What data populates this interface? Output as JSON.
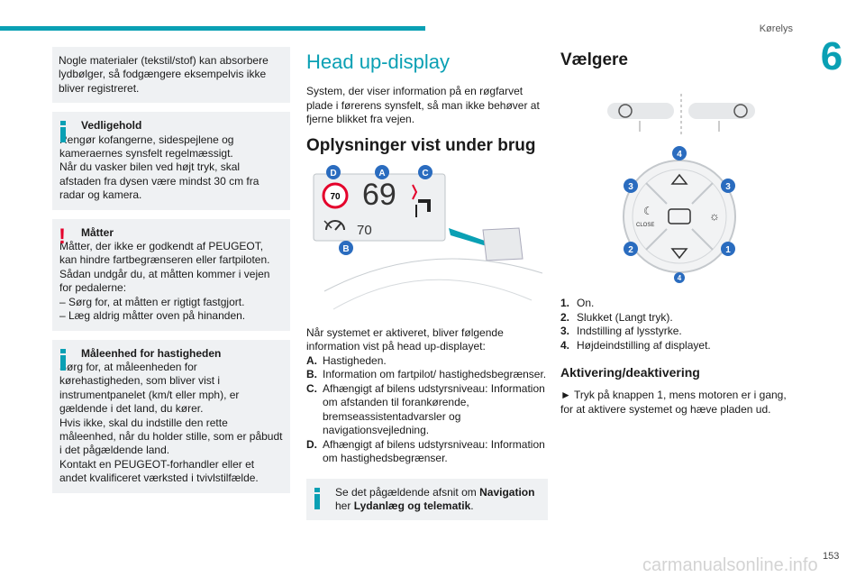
{
  "header": {
    "section_title": "Kørelys",
    "chapter_number": "6"
  },
  "col1": {
    "intro": "Nogle materialer (tekstil/stof) kan absorbere lydbølger, så fodgængere eksempelvis ikke bliver registreret.",
    "boxes": [
      {
        "type": "info",
        "title": "Vedligehold",
        "text": "Rengør kofangerne, sidespejlene og kameraernes synsfelt regelmæssigt.\nNår du vasker bilen ved højt tryk, skal afstaden fra dysen være mindst 30 cm fra radar og kamera."
      },
      {
        "type": "warning",
        "title": "Måtter",
        "text": "Måtter, der ikke er godkendt af PEUGEOT, kan hindre fartbegrænseren eller fartpiloten.\nSådan undgår du, at måtten kommer i vejen for pedalerne:\n–  Sørg for, at måtten er rigtigt fastgjort.\n–  Læg aldrig måtter oven på hinanden."
      },
      {
        "type": "info",
        "title": "Måleenhed for hastigheden",
        "text": "Sørg for, at måleenheden for kørehastigheden, som bliver vist i instrumentpanelet (km/t eller mph), er gældende i det land, du kører.\nHvis ikke, skal du indstille den rette måleenhed, når du holder stille, som er påbudt i det pågældende land.\nKontakt en PEUGEOT-forhandler eller et andet kvalificeret værksted i tvivlstilfælde."
      }
    ]
  },
  "col2": {
    "title": "Head up-display",
    "intro": "System, der viser information på en røgfarvet plade i førerens synsfelt, så man ikke behøver at fjerne blikket fra vejen.",
    "subtitle": "Oplysninger vist under brug",
    "figure": {
      "speed": "69",
      "limit_sign": "70",
      "limit_set": "70",
      "callouts": [
        "D",
        "A",
        "C",
        "B"
      ]
    },
    "lead": "Når systemet er aktiveret, bliver følgende information vist på head up-displayet:",
    "items": [
      {
        "key": "A.",
        "text": "Hastigheden."
      },
      {
        "key": "B.",
        "text": "Information om fartpilot/ hastighedsbegrænser."
      },
      {
        "key": "C.",
        "text": "Afhængigt af bilens udstyrsniveau: Information om afstanden til forankørende, bremseassistentadvarsler og navigationsvejledning."
      },
      {
        "key": "D.",
        "text": "Afhængigt af bilens udstyrsniveau: Information om hastighedsbegrænser."
      }
    ],
    "note_pre": "Se det pågældende afsnit om ",
    "note_nav": "Navigation",
    "note_mid": " her ",
    "note_link": "Lydanlæg og telematik",
    "note_end": "."
  },
  "col3": {
    "title": "Vælgere",
    "figure": {
      "close_label": "CLOSE",
      "callouts": [
        "4",
        "3",
        "3",
        "2",
        "1",
        "4"
      ]
    },
    "items": [
      {
        "key": "1.",
        "text": "On."
      },
      {
        "key": "2.",
        "text": "Slukket (Langt tryk)."
      },
      {
        "key": "3.",
        "text": "Indstilling af lysstyrke."
      },
      {
        "key": "4.",
        "text": "Højdeindstilling af displayet."
      }
    ],
    "subtitle": "Aktivering/deaktivering",
    "action": "► Tryk på knappen 1, mens motoren er i gang, for at aktivere systemet og hæve pladen ud."
  },
  "footer": {
    "page_number": "153",
    "watermark": "carmanualsonline.info"
  },
  "colors": {
    "accent": "#0aa0b4",
    "warning": "#e4002b",
    "box_bg": "#eff1f3",
    "callout": "#2a6cbf"
  }
}
